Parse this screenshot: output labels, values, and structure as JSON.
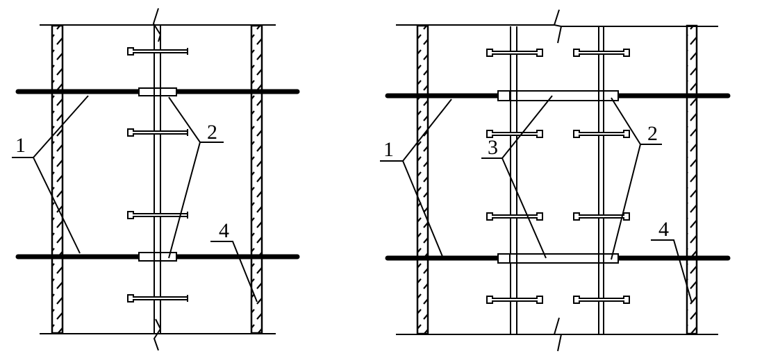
{
  "figure": {
    "left_panel": {
      "labels": {
        "one": "1",
        "two": "2",
        "four": "4"
      }
    },
    "right_panel": {
      "labels": {
        "one": "1",
        "two": "2",
        "three": "3",
        "four": "4"
      }
    },
    "colors": {
      "ink": "#000000",
      "background": "#ffffff"
    }
  }
}
